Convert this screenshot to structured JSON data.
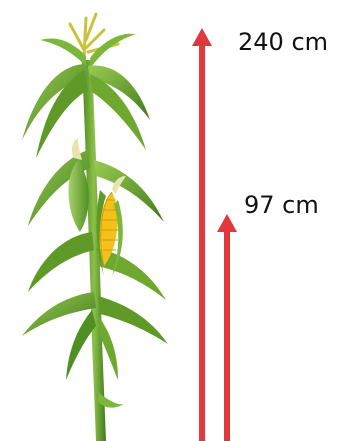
{
  "measurements": {
    "tall": {
      "label": "240 cm"
    },
    "short": {
      "label": "97 cm"
    }
  },
  "colors": {
    "arrow": "#e0383c",
    "leaf": "#6fa82e",
    "leaf_dark": "#3f7a1c",
    "tassel": "#c9c23a",
    "corn": "#f2c21b"
  },
  "icons": {
    "plant": "corn-plant-illustration",
    "arrow": "up-arrow"
  }
}
